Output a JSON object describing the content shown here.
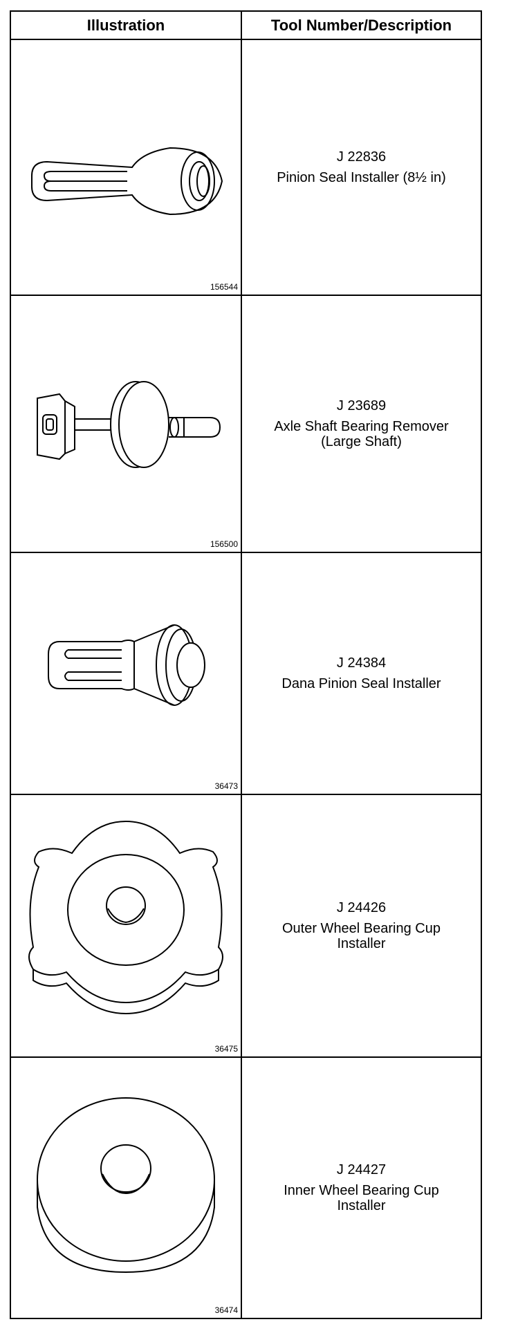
{
  "table": {
    "headers": {
      "illustration": "Illustration",
      "description": "Tool Number/Description"
    },
    "rows": [
      {
        "tool_number": "J 22836",
        "description": "Pinion Seal Installer (8½ in)",
        "figure_id": "156544",
        "icon": "pinion-seal-installer-icon"
      },
      {
        "tool_number": "J 23689",
        "description": "Axle Shaft Bearing Remover\n(Large Shaft)",
        "figure_id": "156500",
        "icon": "axle-shaft-bearing-remover-icon"
      },
      {
        "tool_number": "J 24384",
        "description": "Dana Pinion Seal Installer",
        "figure_id": "36473",
        "icon": "dana-pinion-seal-installer-icon"
      },
      {
        "tool_number": "J 24426",
        "description": "Outer Wheel Bearing Cup\nInstaller",
        "figure_id": "36475",
        "icon": "outer-wheel-bearing-cup-installer-icon"
      },
      {
        "tool_number": "J 24427",
        "description": "Inner Wheel Bearing Cup\nInstaller",
        "figure_id": "36474",
        "icon": "inner-wheel-bearing-cup-installer-icon"
      }
    ]
  }
}
